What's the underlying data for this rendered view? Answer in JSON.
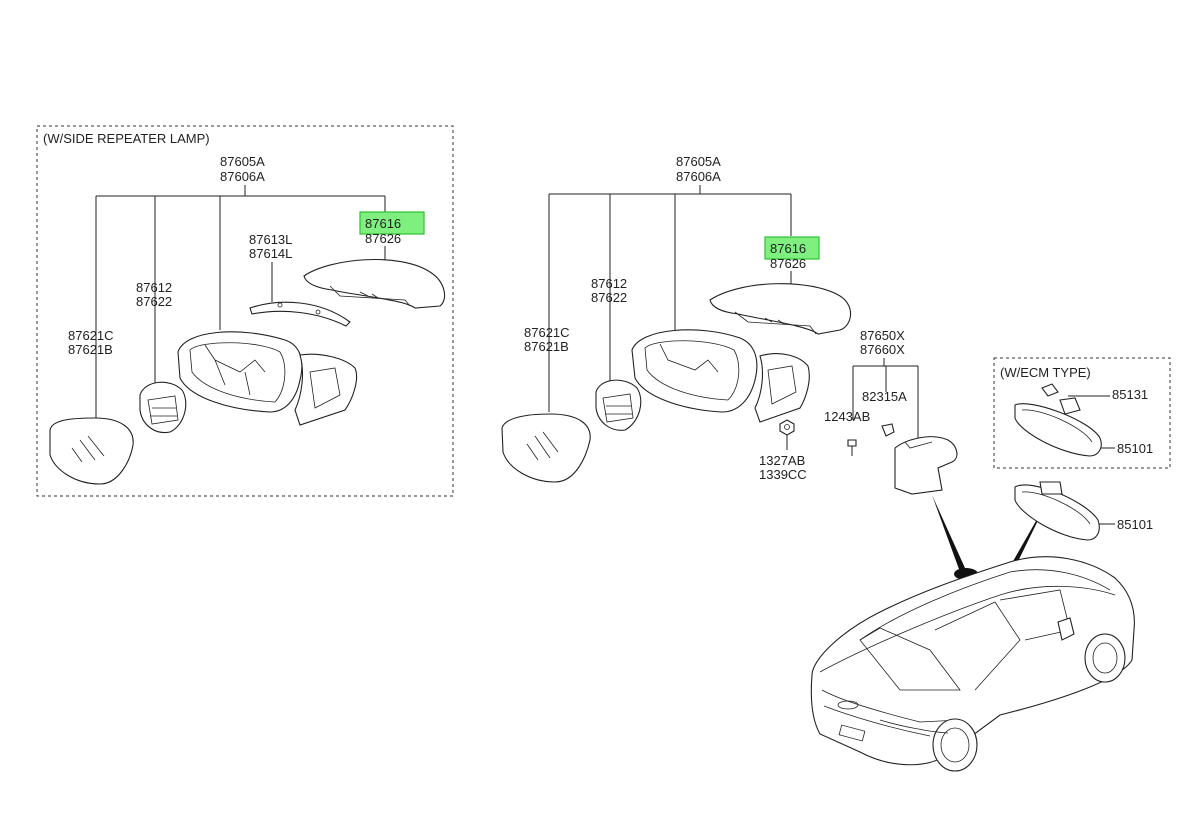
{
  "groups": {
    "side_repeater": {
      "title": "(W/SIDE REPEATER LAMP)"
    },
    "ecm": {
      "title": "(W/ECM TYPE)"
    }
  },
  "labels": {
    "left": {
      "assy_1": "87605A",
      "assy_2": "87606A",
      "cover_1": "87616",
      "cover_2": "87626",
      "repeater_1": "87613L",
      "repeater_2": "87614L",
      "actuator_1": "87612",
      "actuator_2": "87622",
      "glass_1": "87621C",
      "glass_2": "87621B"
    },
    "right": {
      "assy_1": "87605A",
      "assy_2": "87606A",
      "cover_1": "87616",
      "cover_2": "87626",
      "actuator_1": "87612",
      "actuator_2": "87622",
      "glass_1": "87621C",
      "glass_2": "87621B",
      "nut_1": "1327AB",
      "nut_2": "1339CC",
      "inner_1": "87650X",
      "inner_2": "87660X",
      "clip": "82315A",
      "screw": "1243AB"
    },
    "inside_mirror": {
      "ecm_cover": "85131",
      "ecm_mirror": "85101",
      "mirror": "85101"
    }
  },
  "highlight_color": "#7ff07f"
}
